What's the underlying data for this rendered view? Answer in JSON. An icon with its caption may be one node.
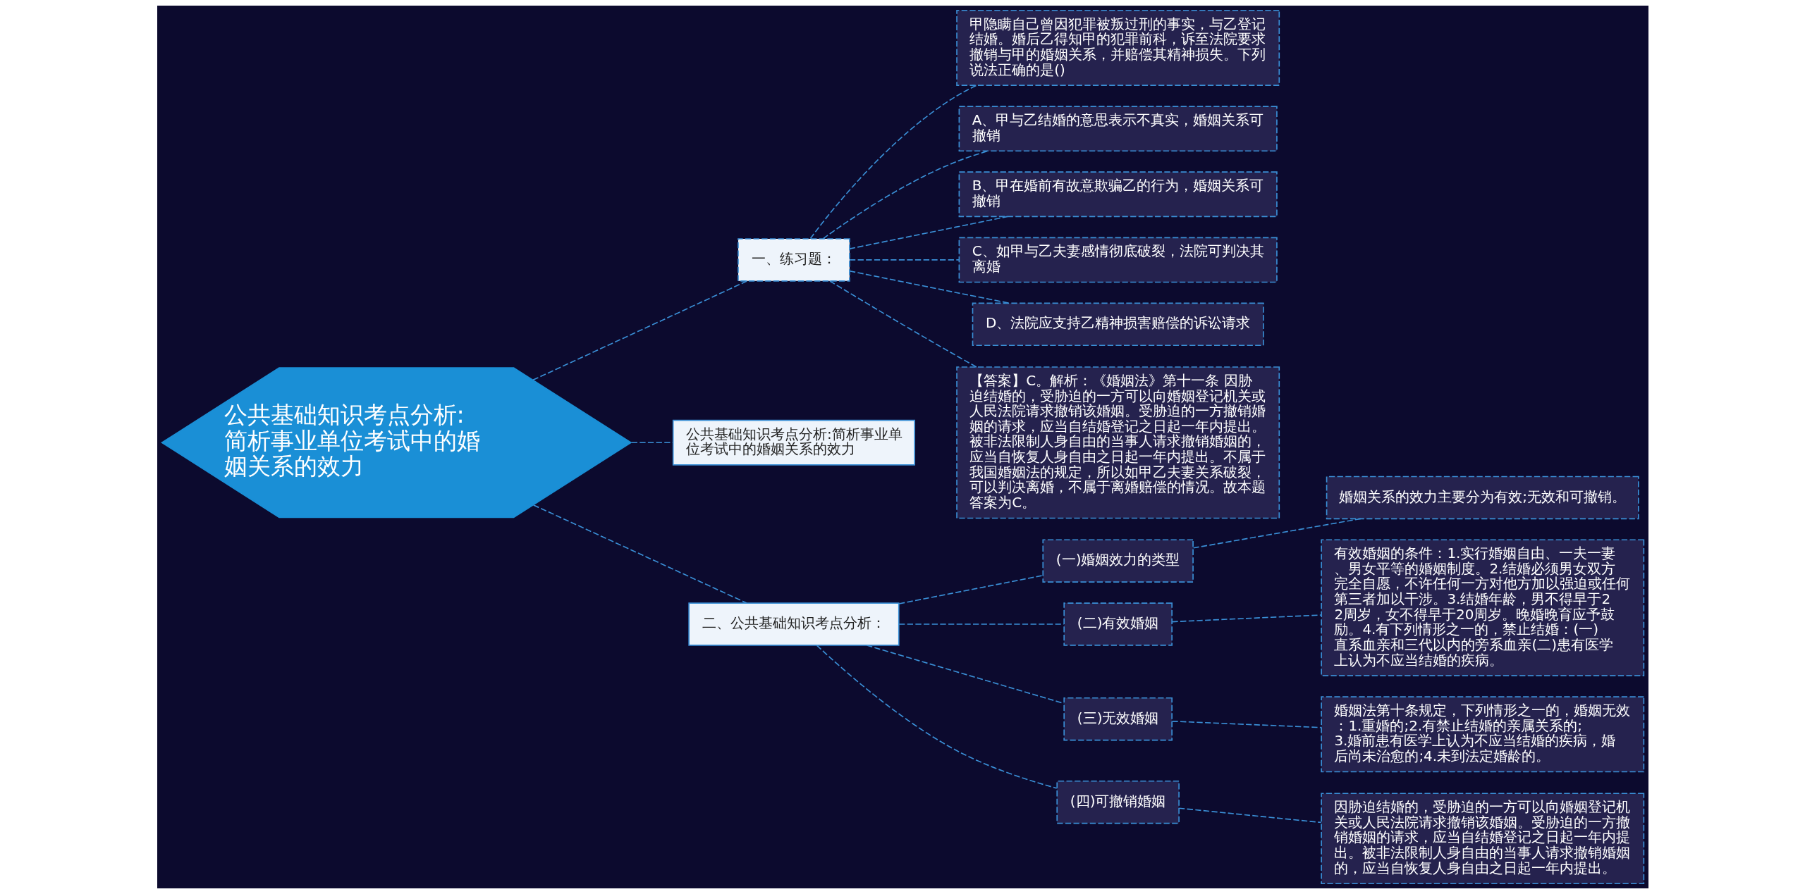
{
  "diagram": {
    "nodes": [
      {
        "text": [
          "公共基础知识考点分析:简析事业单位考试中的婚姻关系的效力"
        ]
      },
      {
        "text": [
          "一、练习题："
        ]
      },
      {
        "text": [
          "甲隐瞒自己曾因犯罪被叛过刑的事实，与乙登记结婚。婚后乙得知甲的犯罪前科，诉至法院要求撤销与甲的婚姻关系，并赔偿其精神损失。下列说法正确的是()"
        ]
      },
      {
        "text": [
          "A、甲与乙结婚的意思表示不真实，婚姻关系可撤销"
        ]
      },
      {
        "text": [
          "B、甲在婚前有故意欺骗乙的行为，婚姻关系可撤销"
        ]
      },
      {
        "text": [
          "C、如甲与乙夫妻感情彻底破裂，法院可判决其离婚"
        ]
      },
      {
        "text": [
          "D、法院应支持乙精神损害赔偿的诉讼请求"
        ]
      },
      {
        "text": [
          "【答案】C。解析：《婚姻法》第十一条 因胁迫结婚的，受胁迫的一方可以向婚姻登记机关或人民法院请求撤销该婚姻。受胁迫的一方撤销婚姻的请求，应当自结婚登记之日起一年内提出。被非法限制人身自由的当事人请求撤销婚姻的，应当自恢复人身自由之日起一年内提出。不属于我国婚姻法的规定，所以如甲乙夫妻关系破裂，可以判决离婚，不属于离婚赔偿的情况。故本题答案为C。"
        ]
      },
      {
        "text": [
          "公共基础知识考点分析:简析事业单位考试中的婚姻关系的效力"
        ]
      },
      {
        "text": [
          "二、公共基础知识考点分析："
        ]
      },
      {
        "text": [
          "(一)婚姻效力的类型"
        ]
      },
      {
        "text": [
          "婚姻关系的效力主要分为有效;无效和可撤销。"
        ]
      },
      {
        "text": [
          "(二)有效婚姻"
        ]
      },
      {
        "text": [
          "有效婚姻的条件：1.实行婚姻自由、一夫一妻、男女平等的婚姻制度。2.结婚必须男女双方完全自愿，不许任何一方对他方加以强迫或任何第三者加以干涉。3.结婚年龄，男不得早于22周岁，女不得早于20周岁。晚婚晚育应予鼓励。4.有下列情形之一的，禁止结婚：(一)直系血亲和三代以内的旁系血亲(二)患有医学上认为不应当结婚的疾病。"
        ]
      },
      {
        "text": [
          "(三)无效婚姻"
        ]
      },
      {
        "text": [
          "婚姻法第十条规定，下列情形之一的，婚姻无效：1.重婚的;2.有禁止结婚的亲属关系的;3.婚前患有医学上认为不应当结婚的疾病，婚后尚未治愈的;4.未到法定婚龄的。"
        ]
      },
      {
        "text": [
          "(四)可撤销婚姻"
        ]
      },
      {
        "text": [
          "因胁迫结婚的，受胁迫的一方可以向婚姻登记机关或人民法院请求撤销该婚姻。受胁迫的一方撤销婚姻的请求，应当自结婚登记之日起一年内提出。被非法限制人身自由的当事人请求撤销婚姻的，应当自恢复人身自由之日起一年内提出。"
        ]
      }
    ],
    "edges": [
      {
        "from": 0,
        "to": 1,
        "arrow": "none",
        "style": "dashed"
      },
      {
        "from": 1,
        "to": 2,
        "arrow": "none",
        "style": "dashed"
      },
      {
        "from": 1,
        "to": 3,
        "arrow": "none",
        "style": "dashed"
      },
      {
        "from": 1,
        "to": 4,
        "arrow": "none",
        "style": "dashed"
      },
      {
        "from": 1,
        "to": 5,
        "arrow": "none",
        "style": "dashed"
      },
      {
        "from": 1,
        "to": 6,
        "arrow": "none",
        "style": "dashed"
      },
      {
        "from": 1,
        "to": 7,
        "arrow": "none",
        "style": "dashed"
      },
      {
        "from": 0,
        "to": 8,
        "arrow": "none",
        "style": "dashed"
      },
      {
        "from": 0,
        "to": 9,
        "arrow": "none",
        "style": "dashed"
      },
      {
        "from": 9,
        "to": 10,
        "arrow": "none",
        "style": "dashed"
      },
      {
        "from": 10,
        "to": 11,
        "arrow": "none",
        "style": "dashed"
      },
      {
        "from": 9,
        "to": 12,
        "arrow": "none",
        "style": "dashed"
      },
      {
        "from": 12,
        "to": 13,
        "arrow": "none",
        "style": "dashed"
      },
      {
        "from": 9,
        "to": 14,
        "arrow": "none",
        "style": "dashed"
      },
      {
        "from": 14,
        "to": 15,
        "arrow": "none",
        "style": "dashed"
      },
      {
        "from": 9,
        "to": 16,
        "arrow": "none",
        "style": "dashed"
      },
      {
        "from": 16,
        "to": 17,
        "arrow": "none",
        "style": "dashed"
      }
    ]
  }
}
